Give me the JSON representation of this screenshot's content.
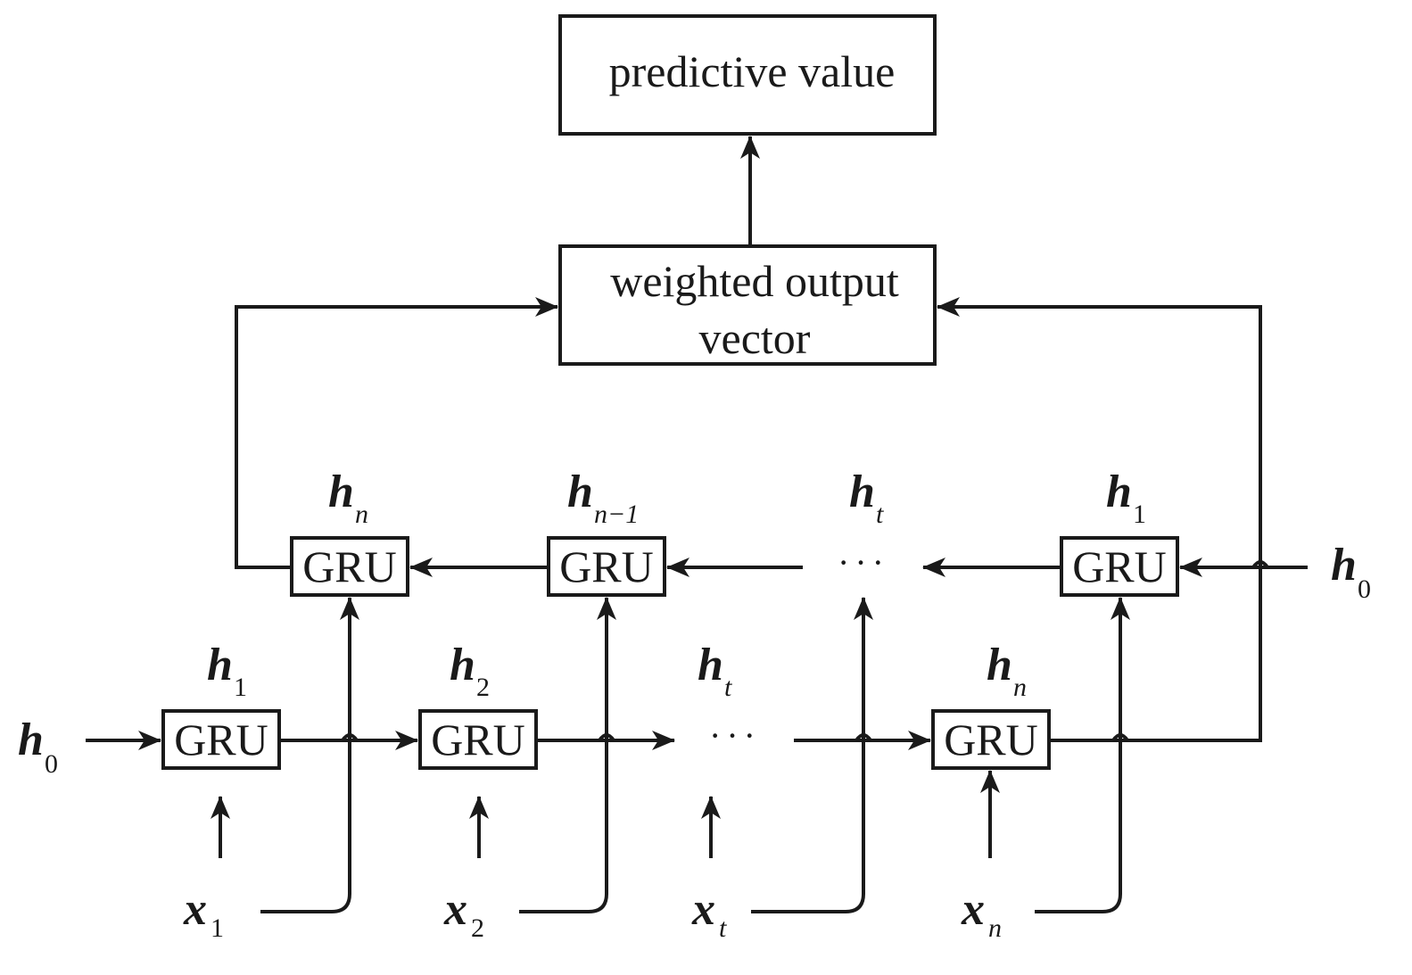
{
  "output_box": {
    "label": "predictive value"
  },
  "weight_box": {
    "line1": "weighted output",
    "line2": "vector"
  },
  "gru_label": "GRU",
  "ellipsis": "···",
  "forward_layer": {
    "input_state": {
      "var": "h",
      "sub": "0"
    },
    "cells": [
      {
        "state": {
          "var": "h",
          "sub": "1"
        },
        "input": {
          "var": "x",
          "sub": "1"
        }
      },
      {
        "state": {
          "var": "h",
          "sub": "2"
        },
        "input": {
          "var": "x",
          "sub": "2"
        }
      },
      {
        "state": {
          "var": "h",
          "sub": "t"
        },
        "input": {
          "var": "x",
          "sub": "t"
        }
      },
      {
        "state": {
          "var": "h",
          "sub": "n"
        },
        "input": {
          "var": "x",
          "sub": "n"
        }
      }
    ]
  },
  "backward_layer": {
    "input_state": {
      "var": "h",
      "sub": "0"
    },
    "cells": [
      {
        "state": {
          "var": "h",
          "sub": "n"
        }
      },
      {
        "state": {
          "var": "h",
          "sub": "n−1"
        }
      },
      {
        "state": {
          "var": "h",
          "sub": "t"
        }
      },
      {
        "state": {
          "var": "h",
          "sub": "1"
        }
      }
    ]
  }
}
